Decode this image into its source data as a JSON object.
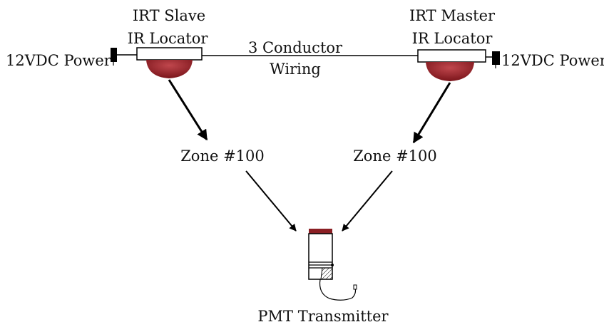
{
  "labels": {
    "slave_title_line1": "IRT Slave",
    "slave_title_line2": "IR Locator",
    "master_title_line1": "IRT Master",
    "master_title_line2": "IR Locator",
    "power_left": "12VDC Power",
    "power_right": "12VDC Power",
    "wiring_line1": "3 Conductor",
    "wiring_line2": "Wiring",
    "zone_left": "Zone #100",
    "zone_right": "Zone #100",
    "transmitter": "PMT Transmitter"
  },
  "colors": {
    "dome": "#8b1f24",
    "line": "#000000",
    "housing": "#ffffff"
  }
}
